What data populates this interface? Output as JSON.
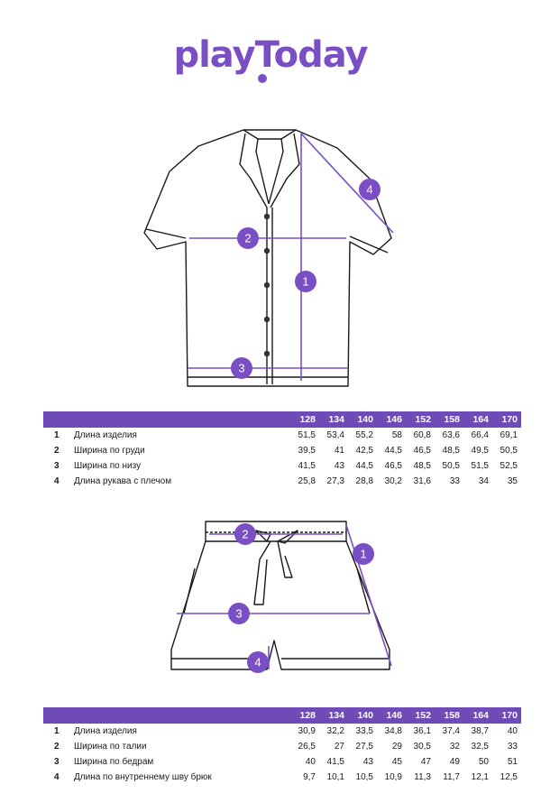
{
  "brand": {
    "logo": "playToday"
  },
  "markers": {
    "m1": "1",
    "m2": "2",
    "m3": "3",
    "m4": "4"
  },
  "colors": {
    "accent": "#6f4bb8",
    "line": "#7a4fc4"
  },
  "shirt_table": {
    "sizes": [
      "128",
      "134",
      "140",
      "146",
      "152",
      "158",
      "164",
      "170"
    ],
    "rows": [
      {
        "num": "1",
        "label": "Длина изделия",
        "values": [
          "51,5",
          "53,4",
          "55,2",
          "58",
          "60,8",
          "63,6",
          "66,4",
          "69,1"
        ]
      },
      {
        "num": "2",
        "label": "Ширина по груди",
        "values": [
          "39,5",
          "41",
          "42,5",
          "44,5",
          "46,5",
          "48,5",
          "49,5",
          "50,5"
        ]
      },
      {
        "num": "3",
        "label": "Ширина по низу",
        "values": [
          "41,5",
          "43",
          "44,5",
          "46,5",
          "48,5",
          "50,5",
          "51,5",
          "52,5"
        ]
      },
      {
        "num": "4",
        "label": "Длина рукава с плечом",
        "values": [
          "25,8",
          "27,3",
          "28,8",
          "30,2",
          "31,6",
          "33",
          "34",
          "35"
        ]
      }
    ]
  },
  "shorts_table": {
    "sizes": [
      "128",
      "134",
      "140",
      "146",
      "152",
      "158",
      "164",
      "170"
    ],
    "rows": [
      {
        "num": "1",
        "label": "Длина изделия",
        "values": [
          "30,9",
          "32,2",
          "33,5",
          "34,8",
          "36,1",
          "37,4",
          "38,7",
          "40"
        ]
      },
      {
        "num": "2",
        "label": "Ширина по талии",
        "values": [
          "26,5",
          "27",
          "27,5",
          "29",
          "30,5",
          "32",
          "32,5",
          "33"
        ]
      },
      {
        "num": "3",
        "label": "Ширина по бедрам",
        "values": [
          "40",
          "41,5",
          "43",
          "45",
          "47",
          "49",
          "50",
          "51"
        ]
      },
      {
        "num": "4",
        "label": "Длина по внутреннему шву брюк",
        "values": [
          "9,7",
          "10,1",
          "10,5",
          "10,9",
          "11,3",
          "11,7",
          "12,1",
          "12,5"
        ]
      }
    ]
  }
}
